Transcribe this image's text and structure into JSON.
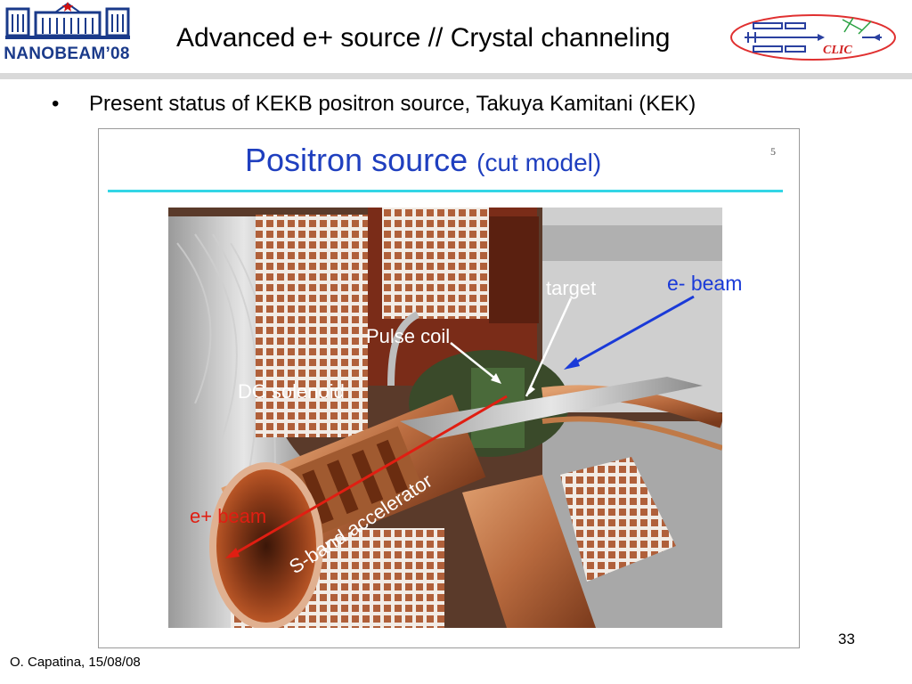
{
  "header": {
    "logo_left_text": "NANOBEAM’08",
    "title": "Advanced e+ source // Crystal channeling",
    "logo_right_text": "CLIC"
  },
  "bullets": [
    {
      "marker": "•",
      "text": "Present status of KEKB positron source, Takuya Kamitani (KEK)"
    }
  ],
  "figure": {
    "title": "Positron source",
    "title_suffix": "(cut model)",
    "inner_page_number": "5",
    "labels": {
      "target": "target",
      "e_minus_beam": "e- beam",
      "pulse_coil": "Pulse coil",
      "dc_solenoid": "DC solenoid",
      "e_plus_beam": "e+ beam",
      "s_band": "S-band accelerator"
    },
    "colors": {
      "label_white": "#ffffff",
      "e_minus_beam": "#1a3ad8",
      "e_plus_beam": "#e01e12",
      "title_blue": "#1f3fbf",
      "title_rule": "#33d6e6"
    }
  },
  "footer": {
    "page_number": "33",
    "author_date": "O. Capatina, 15/08/08"
  }
}
